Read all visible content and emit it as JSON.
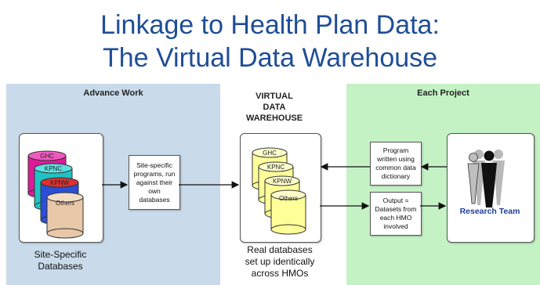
{
  "title": {
    "line1": "Linkage to Health Plan Data:",
    "line2": "The Virtual Data Warehouse"
  },
  "advance_work": {
    "header": "Advance Work",
    "databases": [
      "GHC",
      "KPNC",
      "KPNW",
      "Others"
    ],
    "caption_line1": "Site-Specific",
    "caption_line2": "Databases",
    "programs_box": [
      "Site-specific",
      "programs, run",
      "against their",
      "own",
      "databases"
    ]
  },
  "vdw": {
    "header_line1": "VIRTUAL",
    "header_line2": "DATA",
    "header_line3": "WAREHOUSE",
    "databases": [
      "GHC",
      "KPNC",
      "KPNW",
      "Others"
    ],
    "caption_line1": "Real databases",
    "caption_line2": "set up identically",
    "caption_line3": "across HMOs"
  },
  "each_project": {
    "header": "Each Project",
    "program_box": [
      "Program",
      "written using",
      "common data",
      "dictionary"
    ],
    "output_box": [
      "Output =",
      "Datasets from",
      "each HMO",
      "involved"
    ],
    "team_label": "Research Team"
  },
  "colors": {
    "title": "#1f4e96",
    "left_panel": "#c9dbea",
    "right_panel": "#c5f2c5",
    "cylinder_yellow": "#ffff99",
    "cylinder_tan": "#e8c8a8",
    "team_label": "#1f3f9a"
  }
}
